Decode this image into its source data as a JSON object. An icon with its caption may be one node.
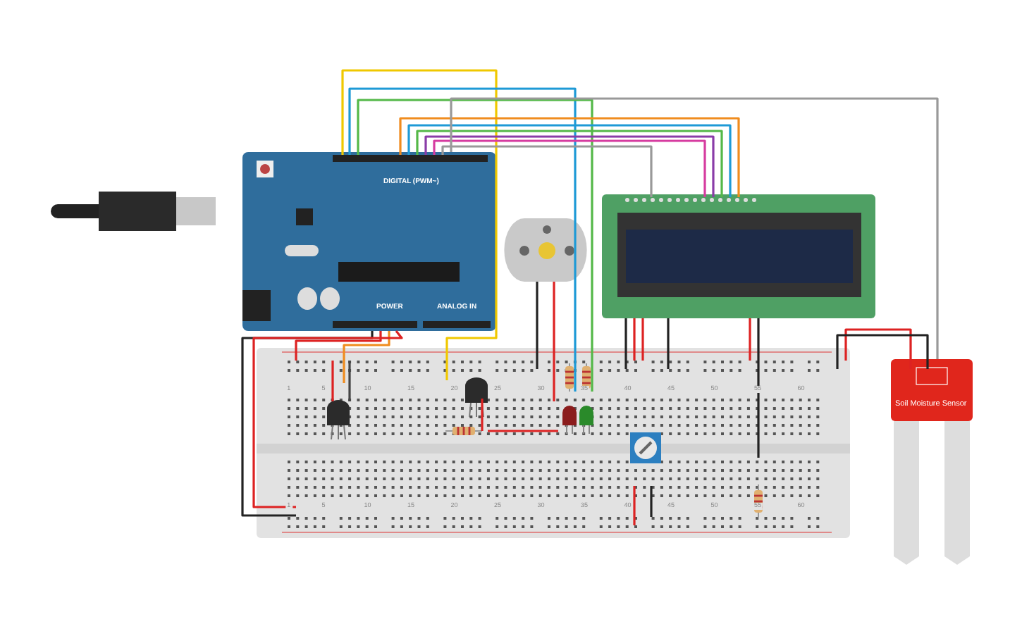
{
  "diagram": {
    "nodes": [
      {
        "text": [
          "DIGITAL (PWM~)",
          "POWER",
          "ANALOG IN"
        ]
      },
      {
        "text": [
          "Soil Moisture Sensor"
        ]
      }
    ],
    "edges": [
      {
        "from": 0,
        "to": 1,
        "arrow": "none",
        "color": "#999999"
      }
    ],
    "labels": [
      "1",
      "5",
      "10",
      "15",
      "20",
      "25",
      "30",
      "35",
      "40",
      "45",
      "50",
      "55",
      "60",
      "1",
      "5",
      "10",
      "15",
      "20",
      "25",
      "30",
      "35",
      "40",
      "45",
      "50",
      "55",
      "60"
    ]
  }
}
